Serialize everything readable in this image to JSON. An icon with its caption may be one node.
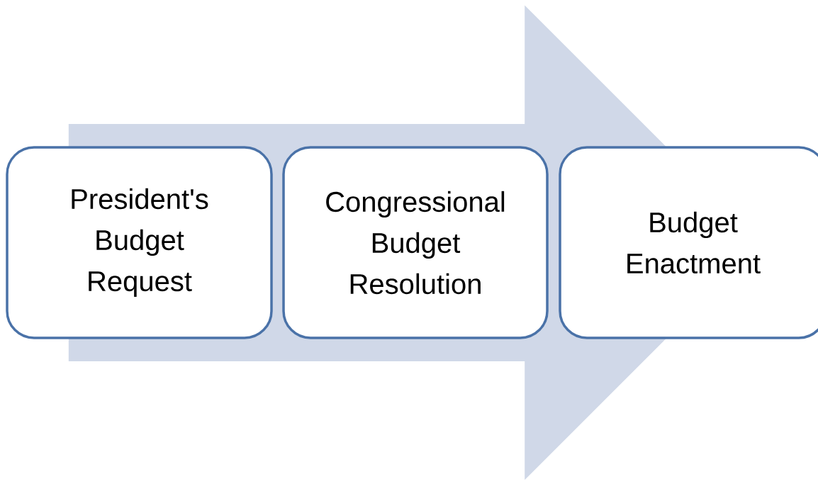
{
  "diagram": {
    "nodes": [
      {
        "text": [
          "President's Budget Request"
        ]
      },
      {
        "text": [
          "Congressional Budget Resolution"
        ]
      },
      {
        "text": [
          "Budget Enactment"
        ]
      }
    ],
    "edges": [
      {
        "from": 0,
        "to": 2,
        "arrow": "to",
        "style": "thick"
      }
    ]
  }
}
